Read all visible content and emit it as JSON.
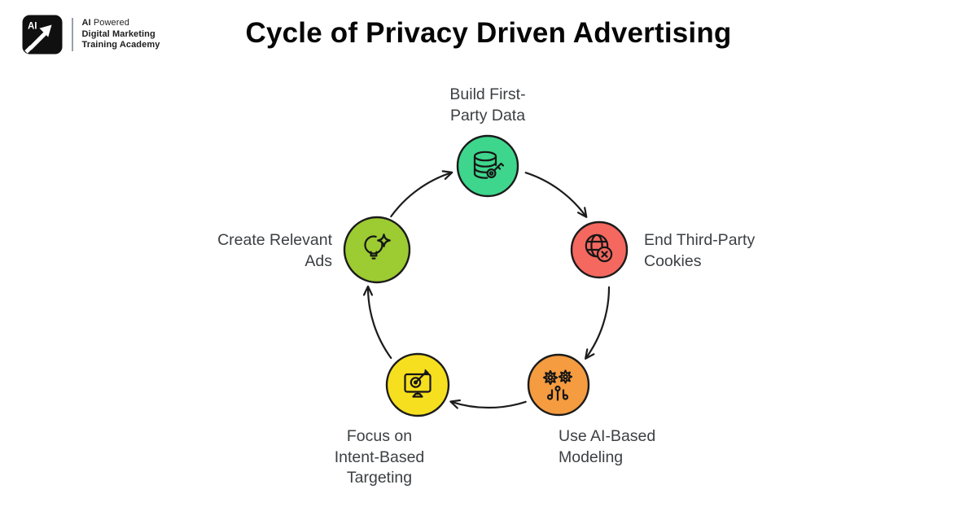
{
  "logo": {
    "badge_text": "AI",
    "tagline_bold": "AI",
    "tagline_rest": " Powered",
    "line2": "Digital Marketing",
    "line3": "Training Academy"
  },
  "header": {
    "title": "Cycle of Privacy Driven Advertising"
  },
  "diagram": {
    "stroke_color": "#1b1b1b",
    "label_color": "#3c4043",
    "nodes": [
      {
        "id": "build-first-party-data",
        "label_lines": [
          "Build First-",
          "Party Data"
        ],
        "color": "#3dd68c",
        "icon": "database-key-icon",
        "position": "top"
      },
      {
        "id": "end-third-party-cookies",
        "label_lines": [
          "End Third-Party",
          "Cookies"
        ],
        "color": "#f4685f",
        "icon": "globe-blocked-icon",
        "position": "right"
      },
      {
        "id": "use-ai-based-modeling",
        "label_lines": [
          "Use AI-Based",
          "Modeling"
        ],
        "color": "#f59b40",
        "icon": "ai-modeling-icon",
        "position": "bottom-right"
      },
      {
        "id": "focus-intent-based-targeting",
        "label_lines": [
          "Focus on",
          "Intent-Based",
          "Targeting"
        ],
        "color": "#f6df1e",
        "icon": "intent-targeting-icon",
        "position": "bottom-left"
      },
      {
        "id": "create-relevant-ads",
        "label_lines": [
          "Create Relevant",
          "Ads"
        ],
        "color": "#9ccb32",
        "icon": "lightbulb-spark-icon",
        "position": "left"
      }
    ]
  }
}
